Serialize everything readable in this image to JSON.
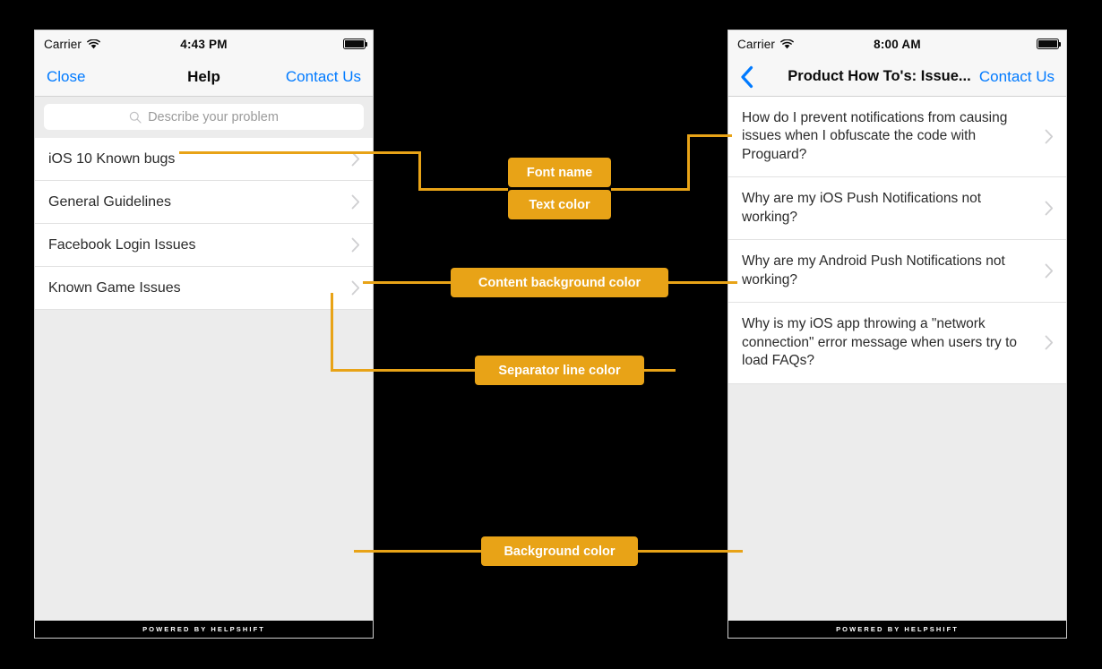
{
  "left_phone": {
    "status_bar": {
      "carrier": "Carrier",
      "time": "4:43 PM",
      "wifi_icon": "wifi-icon",
      "battery_icon": "battery-full-icon"
    },
    "nav_bar": {
      "left_label": "Close",
      "title": "Help",
      "right_label": "Contact Us"
    },
    "search": {
      "placeholder": "Describe your problem",
      "icon": "search-icon"
    },
    "list_items": [
      {
        "label": "iOS 10 Known bugs"
      },
      {
        "label": "General Guidelines"
      },
      {
        "label": "Facebook Login Issues"
      },
      {
        "label": "Known Game Issues"
      }
    ],
    "footer": "POWERED BY HELPSHIFT"
  },
  "right_phone": {
    "status_bar": {
      "carrier": "Carrier",
      "time": "8:00 AM",
      "wifi_icon": "wifi-icon",
      "battery_icon": "battery-full-icon"
    },
    "nav_bar": {
      "back_icon": "back-chevron-icon",
      "title": "Product How To's: Issue...",
      "right_label": "Contact Us"
    },
    "list_items": [
      {
        "label": "How do I prevent notifications from causing issues when I obfuscate the code with Proguard?"
      },
      {
        "label": "Why are my iOS Push Notifications not working?"
      },
      {
        "label": "Why are my Android Push Notifications not working?"
      },
      {
        "label": "Why is my iOS app throwing a \"network connection\" error message when users try to load FAQs?"
      }
    ],
    "footer": "POWERED BY HELPSHIFT"
  },
  "annotations": {
    "accent_color": "#e8a317",
    "badges": [
      {
        "id": "font-name",
        "label": "Font name"
      },
      {
        "id": "text-color",
        "label": "Text color"
      },
      {
        "id": "content-background-color",
        "label": "Content background color"
      },
      {
        "id": "separator-line-color",
        "label": "Separator line color"
      },
      {
        "id": "background-color",
        "label": "Background color"
      }
    ]
  }
}
